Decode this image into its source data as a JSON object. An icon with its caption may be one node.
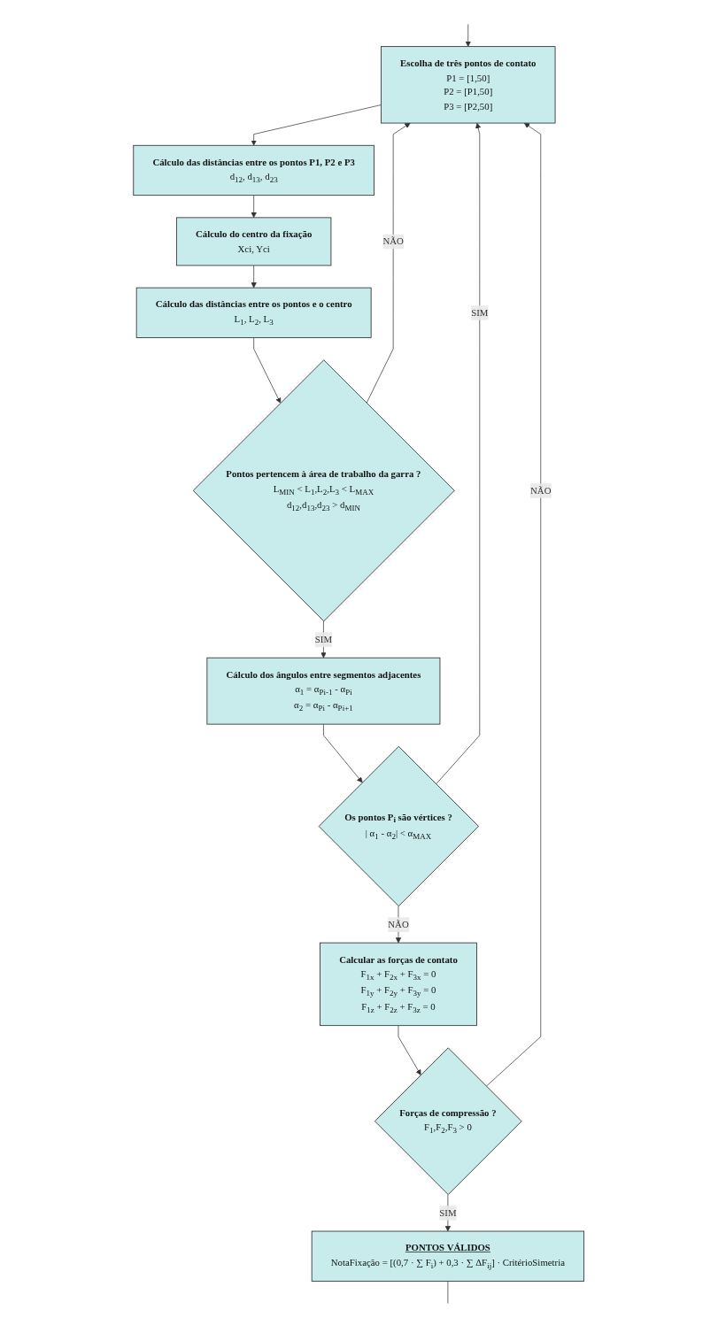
{
  "diagram": {
    "nodes": [
      {
        "text": [
          "Escolha de três pontos de contato",
          "P1 = [1,50]",
          "P2 = [P1,50]",
          "P3 = [P2,50]"
        ]
      },
      {
        "text": [
          "Cálculo das distâncias entre os pontos P1, P2 e P3",
          "d$_{12}$, d$_{13}$, d$_{23}$"
        ]
      },
      {
        "text": [
          "Cálculo do centro da fixação",
          "Xci, Yci"
        ]
      },
      {
        "text": [
          "Cálculo das distâncias entre os pontos e o centro",
          "L$_{1}$, L$_{2}$, L$_{3}$"
        ]
      },
      {
        "text": [
          "Pontos pertencem à área de trabalho da garra ?",
          "L$_{MIN}$ < L$_{1}$,L$_{2}$,L$_{3}$ < L$_{MAX}$",
          "d$_{12}$,d$_{13}$,d$_{23}$ > d$_{MIN}$"
        ]
      },
      {
        "text": [
          "Cálculo dos ângulos entre segmentos adjacentes",
          "α$_{1}$ = α$_{Pi-1}$ - α$_{Pi}$",
          "α$_{2}$ = α$_{Pi}$ - α$_{Pi+1}$"
        ]
      },
      {
        "text": [
          "Os pontos P$_{i}$ são vértices ?",
          "| α$_{1}$ - α$_{2}$| < α$_{MAX}$"
        ]
      },
      {
        "text": [
          "Calcular as forças de contato",
          "F$_{1x}$ + F$_{2x}$ + F$_{3x}$ = 0",
          "F$_{1y}$ + F$_{2y}$ + F$_{3y}$ = 0",
          "F$_{1z}$ + F$_{2z}$ + F$_{3z}$ = 0"
        ]
      },
      {
        "text": [
          "Forças de compressão ?",
          "F$_{1}$,F$_{2}$,F$_{3}$ > 0"
        ]
      },
      {
        "text": [
          "PONTOS VÁLIDOS",
          "NotaFixação = [(0,7 · ∑ F$_{i}$) + 0,3 · ∑ ΔF$_{ij}$] · CritérioSimetria"
        ]
      }
    ],
    "edges": [
      {
        "from": 0,
        "to": 1,
        "arrow": "to"
      },
      {
        "from": 1,
        "to": 2,
        "arrow": "to"
      },
      {
        "from": 2,
        "to": 3,
        "arrow": "to"
      },
      {
        "from": 3,
        "to": 4,
        "arrow": "to"
      },
      {
        "from": 4,
        "to": 5,
        "label": "SIM",
        "arrow": "to"
      },
      {
        "from": 4,
        "to": 0,
        "label": "NÃO",
        "arrow": "to"
      },
      {
        "from": 5,
        "to": 6,
        "arrow": "to"
      },
      {
        "from": 6,
        "to": 0,
        "label": "SIM",
        "arrow": "to"
      },
      {
        "from": 6,
        "to": 7,
        "label": "NÃO",
        "arrow": "to"
      },
      {
        "from": 7,
        "to": 8,
        "arrow": "to"
      },
      {
        "from": 8,
        "to": 0,
        "label": "NÃO",
        "arrow": "to"
      },
      {
        "from": 8,
        "to": 9,
        "label": "SIM",
        "arrow": "to"
      },
      {
        "from": 9,
        "to": null,
        "arrow": "none"
      },
      {
        "from": null,
        "to": 0,
        "arrow": "to"
      }
    ]
  }
}
